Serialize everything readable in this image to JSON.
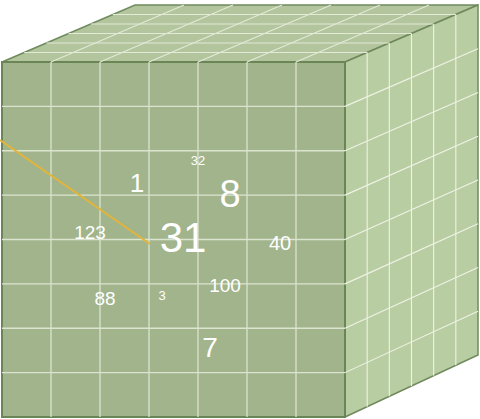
{
  "diagram": {
    "labels": [
      "32",
      "1",
      "8",
      "123",
      "31",
      "40",
      "88",
      "3",
      "100",
      "7"
    ]
  }
}
